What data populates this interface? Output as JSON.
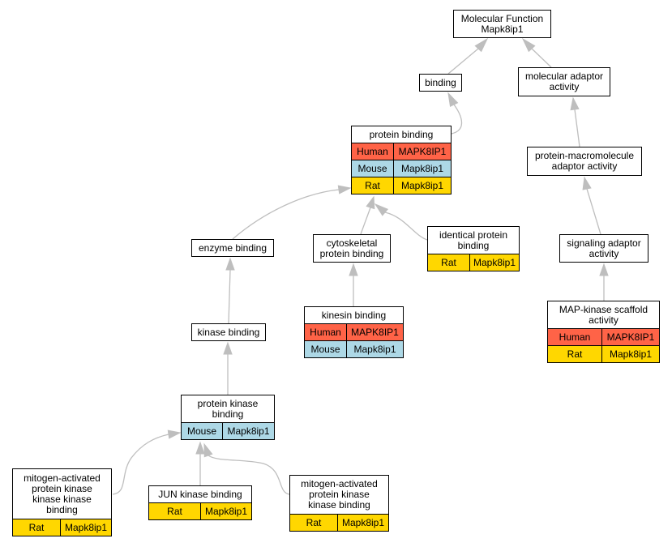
{
  "colors": {
    "Human": "#ff6347",
    "Mouse": "#add8e6",
    "Rat": "#ffd700",
    "edge": "#bebebe"
  },
  "nodes": {
    "molecular_function": {
      "label": "Molecular Function\nMapk8ip1",
      "rows": []
    },
    "binding": {
      "label": "binding",
      "rows": []
    },
    "molecular_adaptor_activity": {
      "label": "molecular adaptor\nactivity",
      "rows": []
    },
    "protein_binding": {
      "label": "protein binding",
      "rows": [
        {
          "species": "Human",
          "gene": "MAPK8IP1"
        },
        {
          "species": "Mouse",
          "gene": "Mapk8ip1"
        },
        {
          "species": "Rat",
          "gene": "Mapk8ip1"
        }
      ]
    },
    "protein_macromolecule_adaptor_activity": {
      "label": "protein-macromolecule\nadaptor activity",
      "rows": []
    },
    "enzyme_binding": {
      "label": "enzyme binding",
      "rows": []
    },
    "cytoskeletal_protein_binding": {
      "label": "cytoskeletal\nprotein binding",
      "rows": []
    },
    "identical_protein_binding": {
      "label": "identical protein\nbinding",
      "rows": [
        {
          "species": "Rat",
          "gene": "Mapk8ip1"
        }
      ]
    },
    "signaling_adaptor_activity": {
      "label": "signaling adaptor\nactivity",
      "rows": []
    },
    "kinesin_binding": {
      "label": "kinesin binding",
      "rows": [
        {
          "species": "Human",
          "gene": "MAPK8IP1"
        },
        {
          "species": "Mouse",
          "gene": "Mapk8ip1"
        }
      ]
    },
    "map_kinase_scaffold_activity": {
      "label": "MAP-kinase scaffold\nactivity",
      "rows": [
        {
          "species": "Human",
          "gene": "MAPK8IP1"
        },
        {
          "species": "Rat",
          "gene": "Mapk8ip1"
        }
      ]
    },
    "kinase_binding": {
      "label": "kinase binding",
      "rows": []
    },
    "protein_kinase_binding": {
      "label": "protein kinase\nbinding",
      "rows": [
        {
          "species": "Mouse",
          "gene": "Mapk8ip1"
        }
      ]
    },
    "mapkkk_binding": {
      "label": "mitogen-activated\nprotein kinase\nkinase kinase\nbinding",
      "rows": [
        {
          "species": "Rat",
          "gene": "Mapk8ip1"
        }
      ]
    },
    "jun_kinase_binding": {
      "label": "JUN kinase binding",
      "rows": [
        {
          "species": "Rat",
          "gene": "Mapk8ip1"
        }
      ]
    },
    "mapkk_binding": {
      "label": "mitogen-activated\nprotein kinase\nkinase binding",
      "rows": [
        {
          "species": "Rat",
          "gene": "Mapk8ip1"
        }
      ]
    }
  }
}
